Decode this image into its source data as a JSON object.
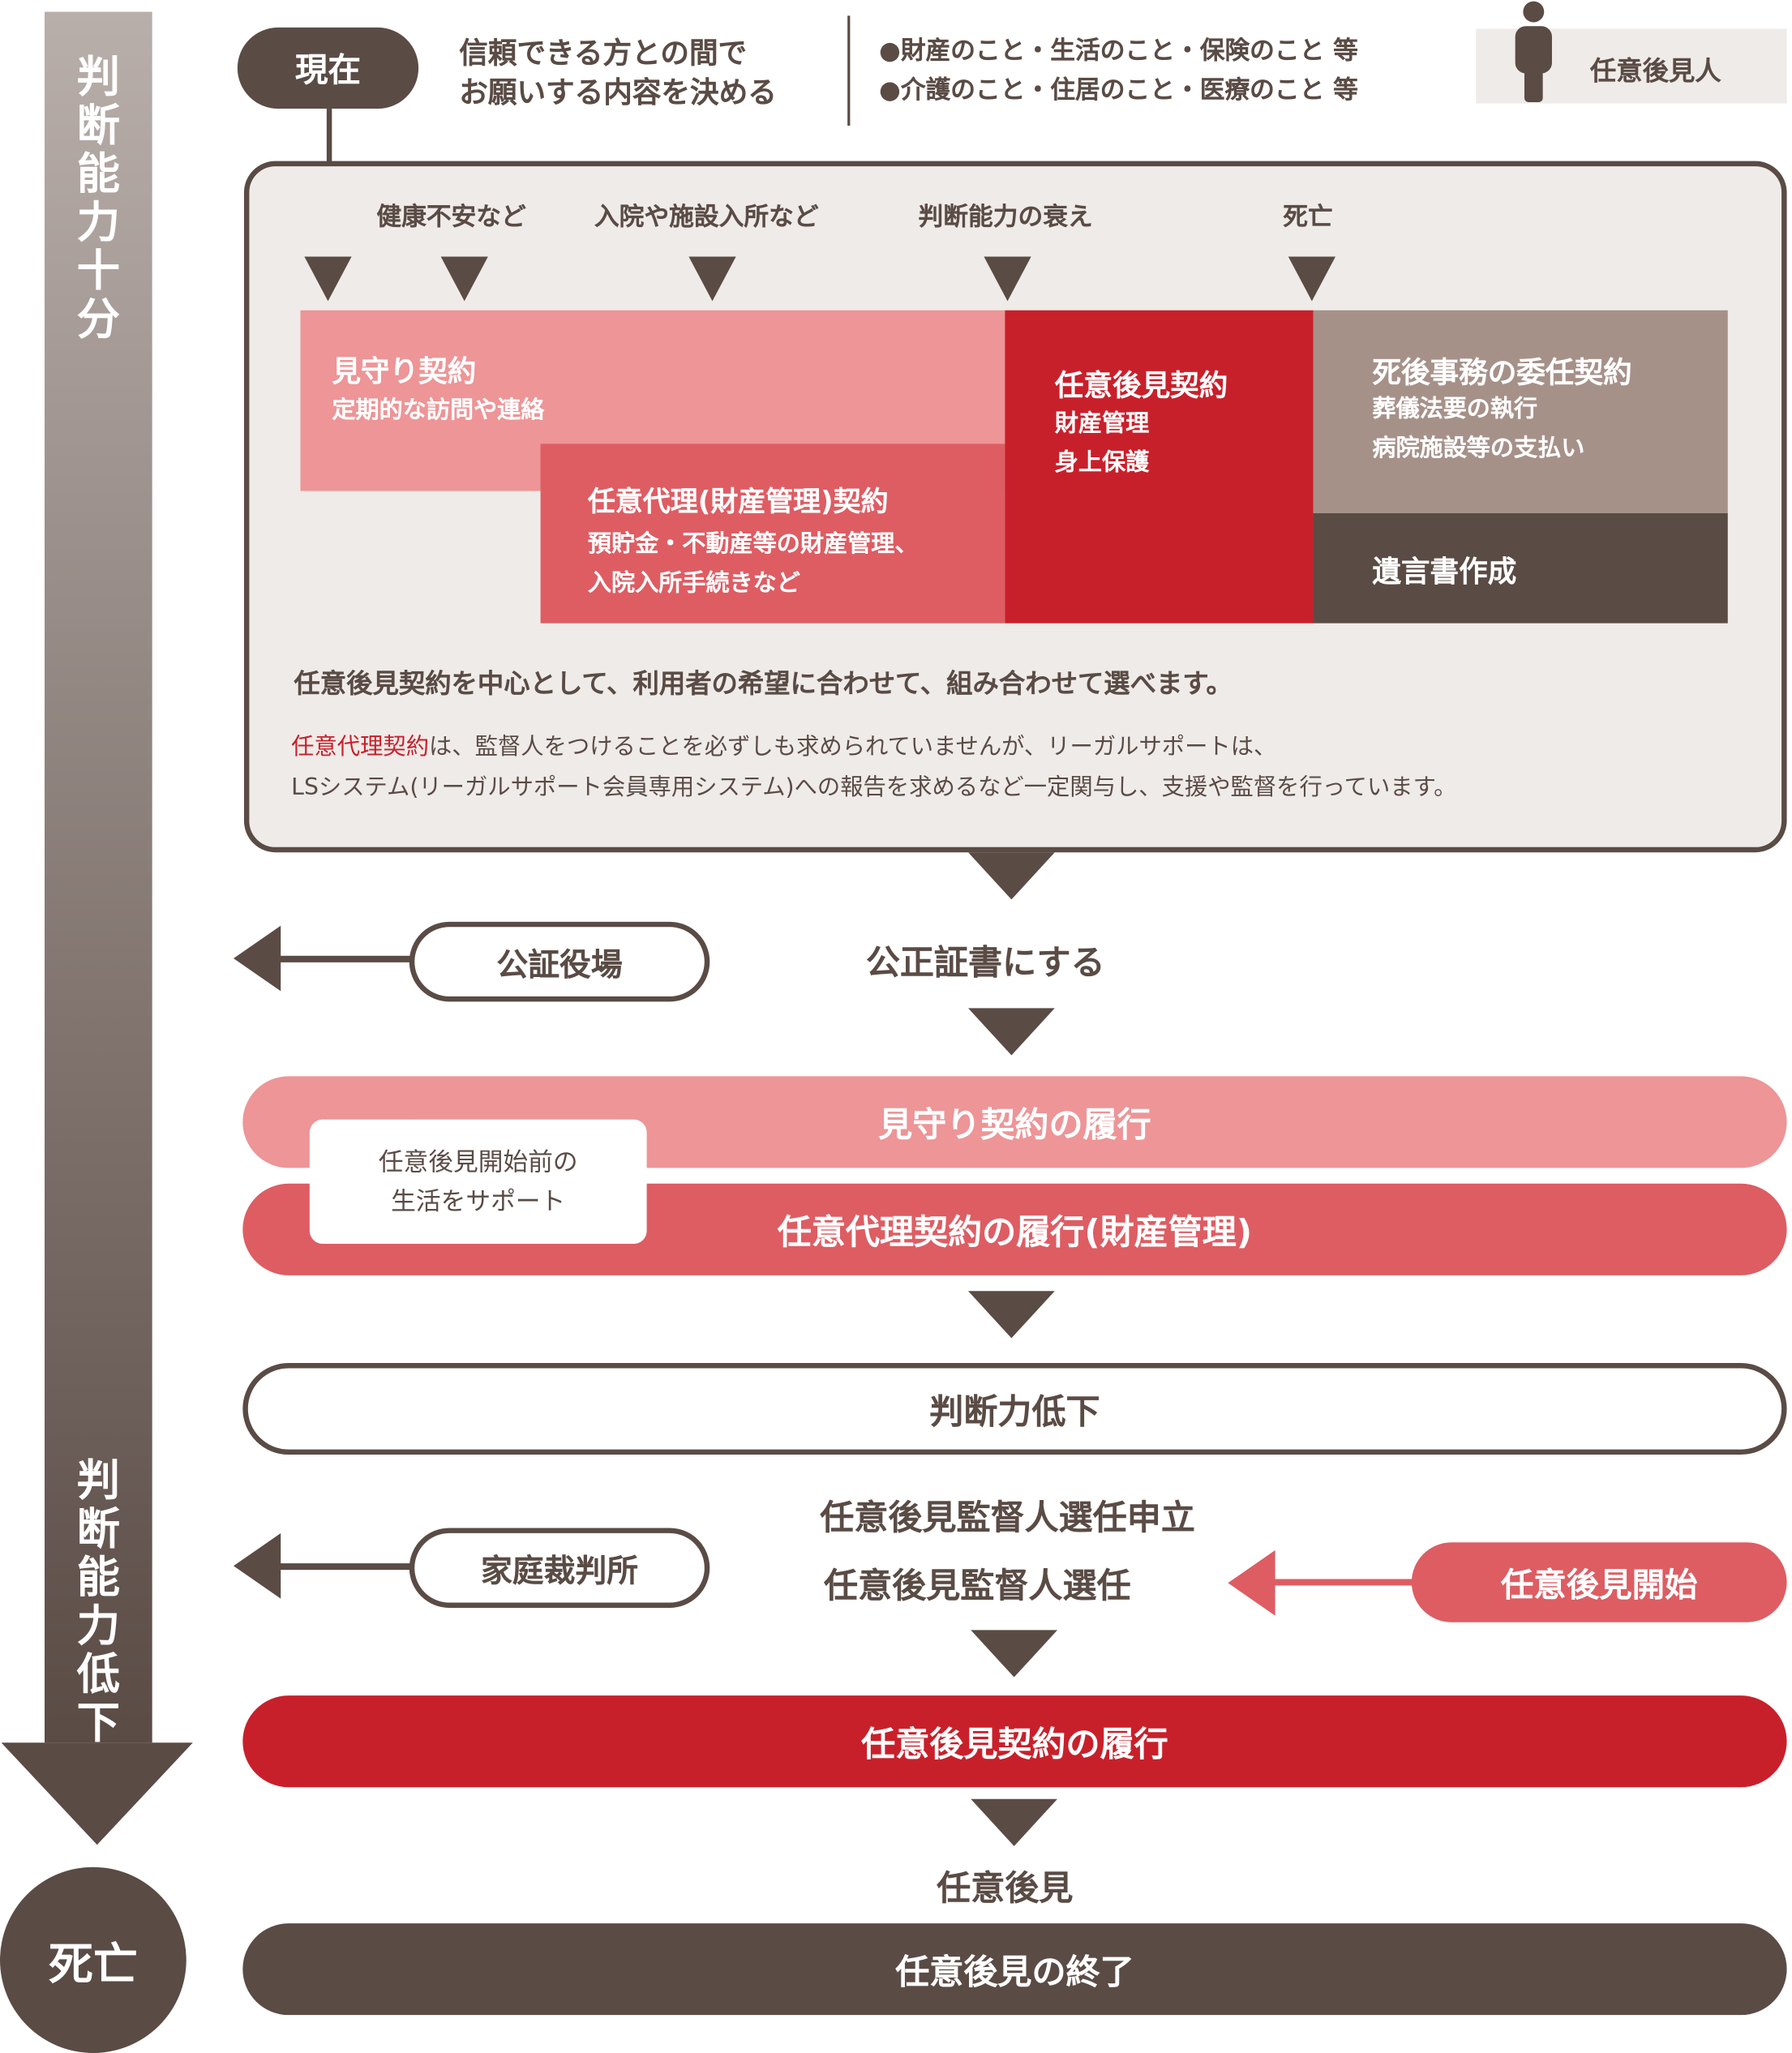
{
  "left_axis": {
    "top_label": "判断能力十分",
    "bottom_label": "判断能力低下",
    "end_label": "死亡"
  },
  "header": {
    "now": "現在",
    "desc_line1": "信頼できる方との間で",
    "desc_line2": "お願いする内容を決める",
    "item1": "●財産のこと・生活のこと・保険のこと 等",
    "item2": "●介護のこと・住居のこと・医療のこと 等",
    "guardian_label": "任意後見人"
  },
  "panel": {
    "events": [
      "健康不安など",
      "入院や施設入所など",
      "判断能力の衰え",
      "死亡"
    ],
    "mimamori": {
      "title": "見守り契約",
      "sub": "定期的な訪問や連絡"
    },
    "dairi": {
      "title": "任意代理(財産管理)契約",
      "sub1": "預貯金・不動産等の財産管理、",
      "sub2": "入院入所手続きなど"
    },
    "kouken": {
      "title": "任意後見契約",
      "sub1": "財産管理",
      "sub2": "身上保護"
    },
    "shigo": {
      "title": "死後事務の委任契約",
      "sub1": "葬儀法要の執行",
      "sub2": "病院施設等の支払い"
    },
    "yuigon": {
      "title": "遺言書作成"
    },
    "summary": "任意後見契約を中心として、利用者の希望に合わせて、組み合わせて選べます。",
    "note_red": "任意代理契約",
    "note_line1": "は、監督人をつけることを必ずしも求められていませんが、リーガルサポートは、",
    "note_line2": "LSシステム(リーガルサポート会員専用システム)への報告を求めるなど一定関与し、支援や監督を行っています。"
  },
  "flow": {
    "notary_office": "公証役場",
    "notarize": "公正証書にする",
    "mimamori_exec": "見守り契約の履行",
    "before_note1": "任意後見開始前の",
    "before_note2": "生活をサポート",
    "dairi_exec": "任意代理契約の履行(財産管理)",
    "decline": "判断力低下",
    "family_court": "家庭裁判所",
    "petition": "任意後見監督人選任申立",
    "appointment": "任意後見監督人選任",
    "start": "任意後見開始",
    "kouken_exec": "任意後見契約の履行",
    "guardian": "任意後見",
    "end": "任意後見の終了"
  },
  "colors": {
    "dark": "#5a4b45",
    "pink": "#ed9597",
    "mid": "#dd5d63",
    "red": "#c8202b",
    "taupe": "#a69189",
    "panel_bg": "#efebe8"
  }
}
